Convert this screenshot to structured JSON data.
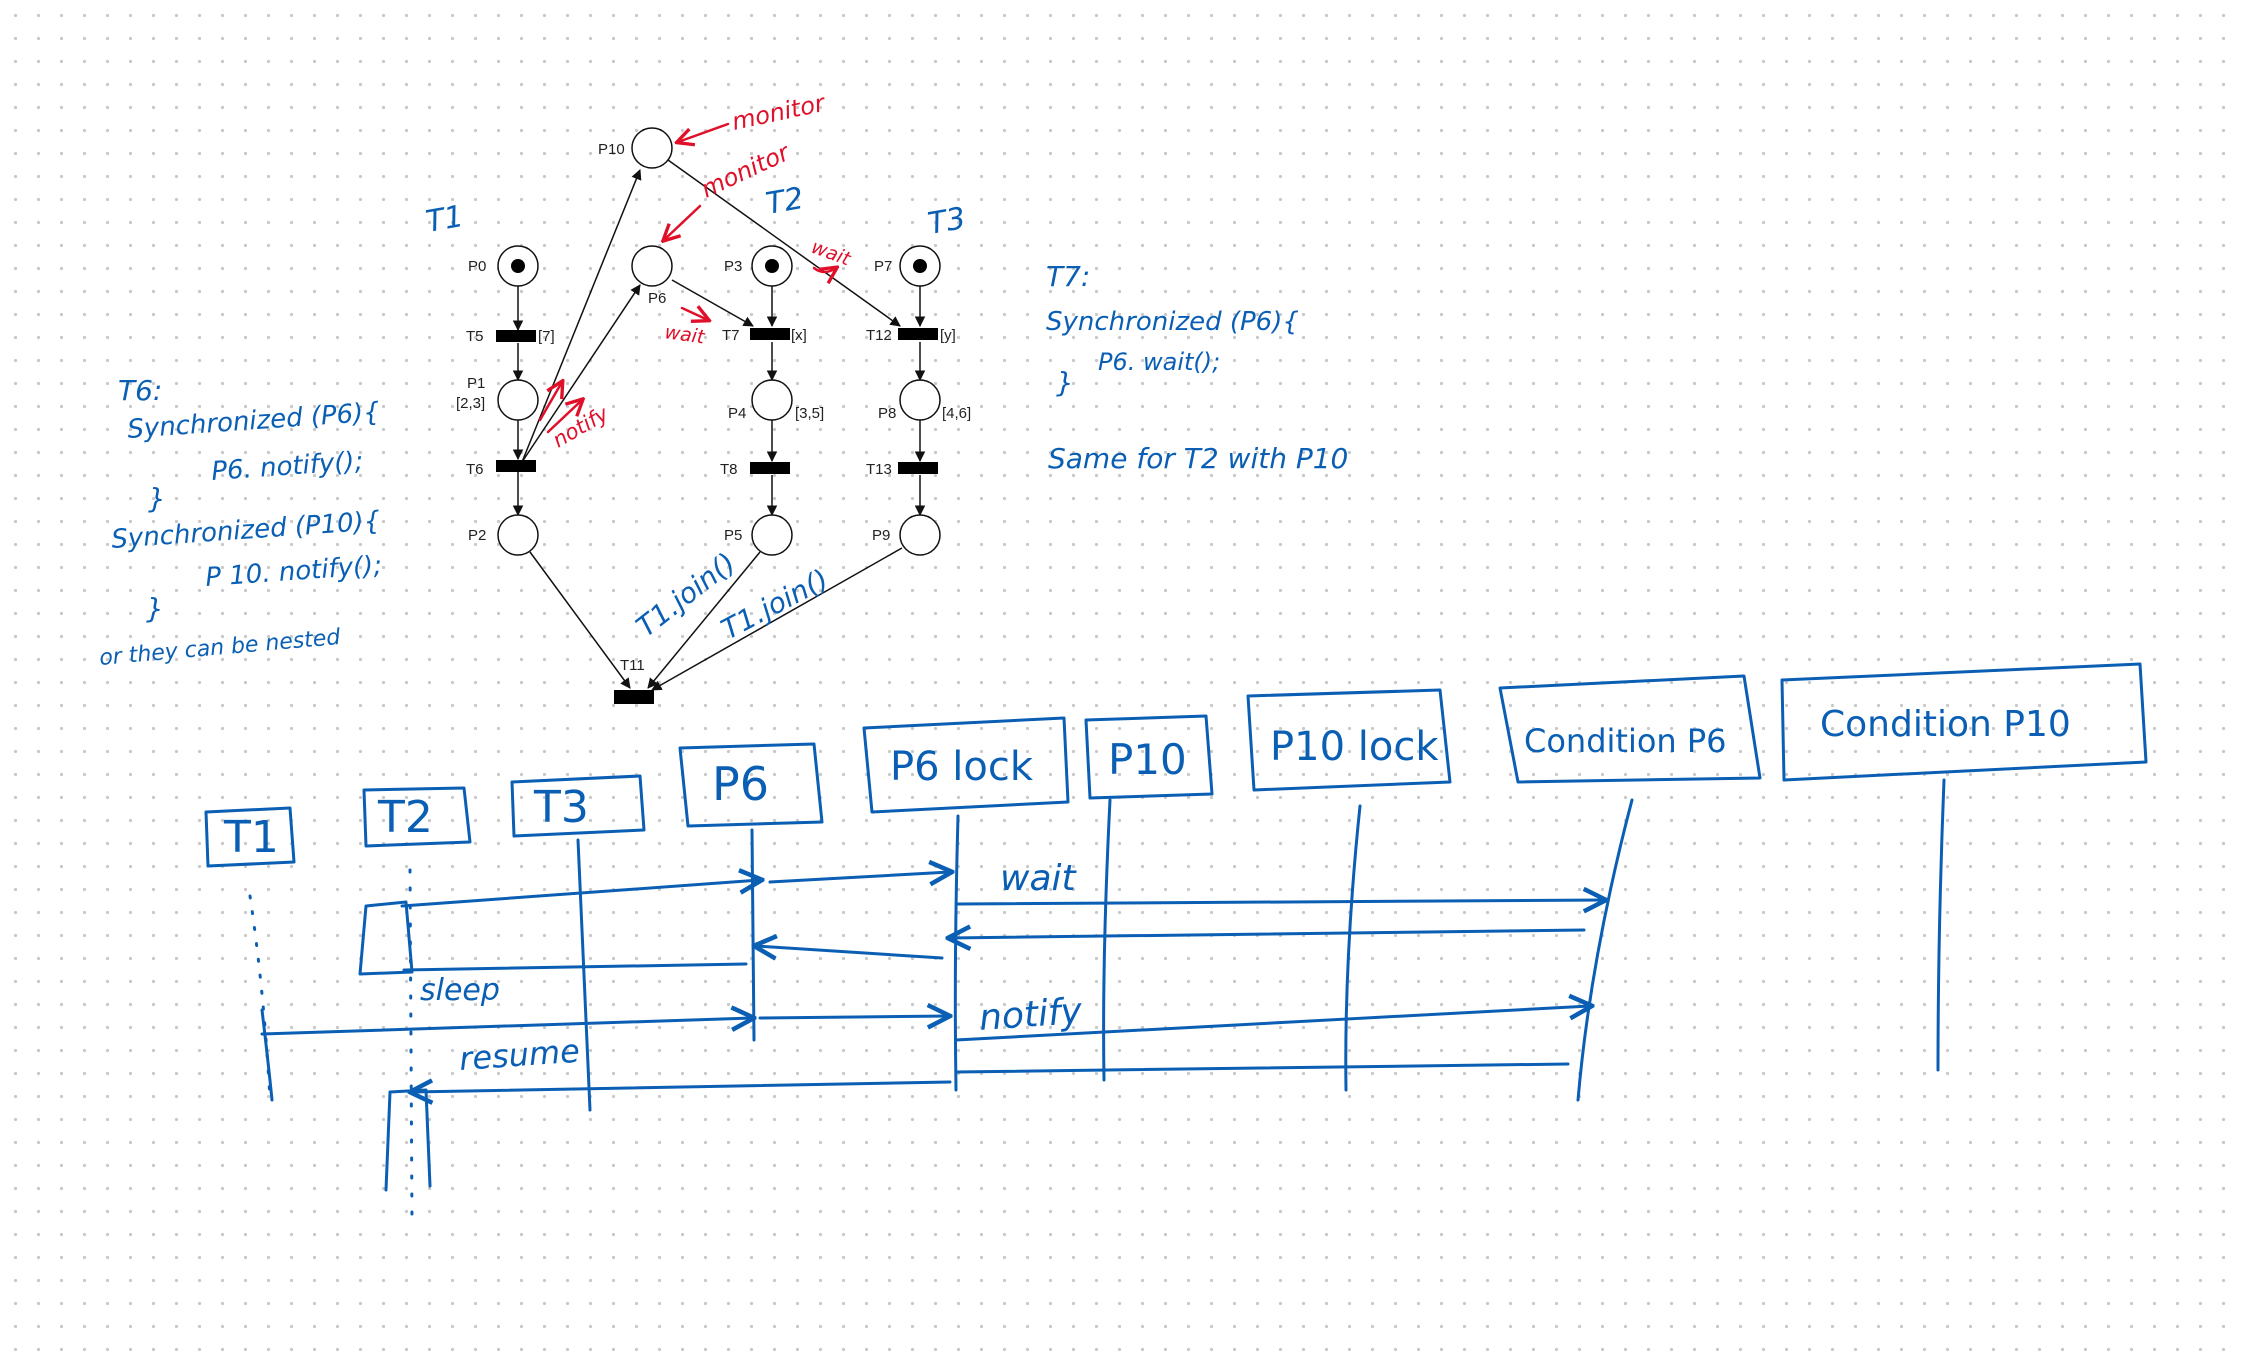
{
  "petri_net": {
    "places": [
      {
        "id": "P0",
        "label": "P0",
        "token": true
      },
      {
        "id": "P1",
        "label": "P1",
        "interval": "[2,3]"
      },
      {
        "id": "P2",
        "label": "P2"
      },
      {
        "id": "P3",
        "label": "P3",
        "token": true
      },
      {
        "id": "P4",
        "label": "P4",
        "interval": "[3,5]"
      },
      {
        "id": "P5",
        "label": "P5"
      },
      {
        "id": "P6",
        "label": "P6"
      },
      {
        "id": "P7",
        "label": "P7",
        "token": true
      },
      {
        "id": "P8",
        "label": "P8",
        "interval": "[4,6]"
      },
      {
        "id": "P9",
        "label": "P9"
      },
      {
        "id": "P10",
        "label": "P10"
      }
    ],
    "transitions": [
      {
        "id": "T5",
        "label": "T5",
        "guard": "[7]"
      },
      {
        "id": "T6",
        "label": "T6"
      },
      {
        "id": "T7",
        "label": "T7",
        "guard": "[x]"
      },
      {
        "id": "T8",
        "label": "T8"
      },
      {
        "id": "T11",
        "label": "T11"
      },
      {
        "id": "T12",
        "label": "T12",
        "guard": "[y]"
      },
      {
        "id": "T13",
        "label": "T13"
      }
    ]
  },
  "red_annotations": {
    "monitor_p10": "monitor",
    "monitor_p6": "monitor",
    "wait_p6": "wait",
    "wait_p10": "wait",
    "notify": "notify"
  },
  "blue_annotations": {
    "thread_t1": "T1",
    "thread_t2": "T2",
    "thread_t3": "T3",
    "join_1": "T1.join()",
    "join_2": "T1.join()"
  },
  "notes_t6": {
    "heading": "T6:",
    "lines": [
      "Synchronized (P6){",
      "P6. notify();",
      "}",
      "Synchronized (P10){",
      "P 10. notify();",
      "}",
      "or they can be nested"
    ]
  },
  "notes_t7": {
    "heading": "T7:",
    "lines": [
      "Synchronized (P6){",
      "P6. wait();",
      "}"
    ],
    "footer": "Same for T2 with P10"
  },
  "sequence": {
    "lifelines": [
      "T1",
      "T2",
      "T3",
      "P6",
      "P6 lock",
      "P10",
      "P10 lock",
      "Condition P6",
      "Condition P10"
    ],
    "messages": {
      "wait": "wait",
      "sleep": "sleep",
      "notify": "notify",
      "resume": "resume"
    }
  }
}
